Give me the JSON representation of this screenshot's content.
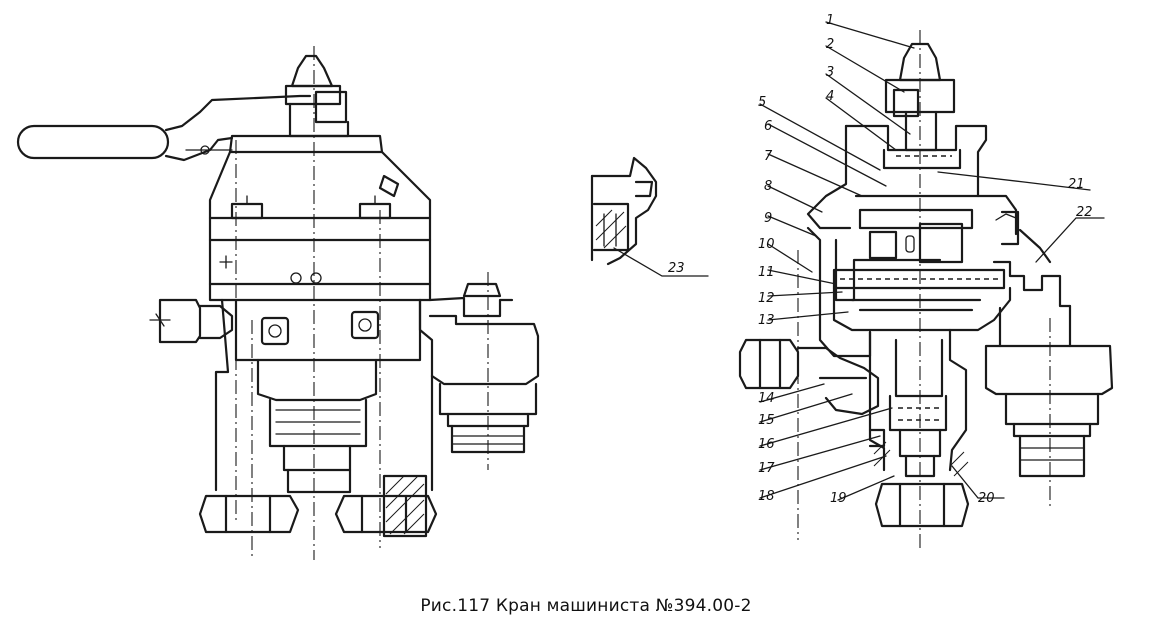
{
  "caption": "Рис.117 Кран машиниста №394.00-2",
  "callouts": [
    "1",
    "2",
    "3",
    "4",
    "5",
    "6",
    "7",
    "8",
    "9",
    "10",
    "11",
    "12",
    "13",
    "14",
    "15",
    "16",
    "17",
    "18",
    "19",
    "20",
    "21",
    "22",
    "23"
  ]
}
